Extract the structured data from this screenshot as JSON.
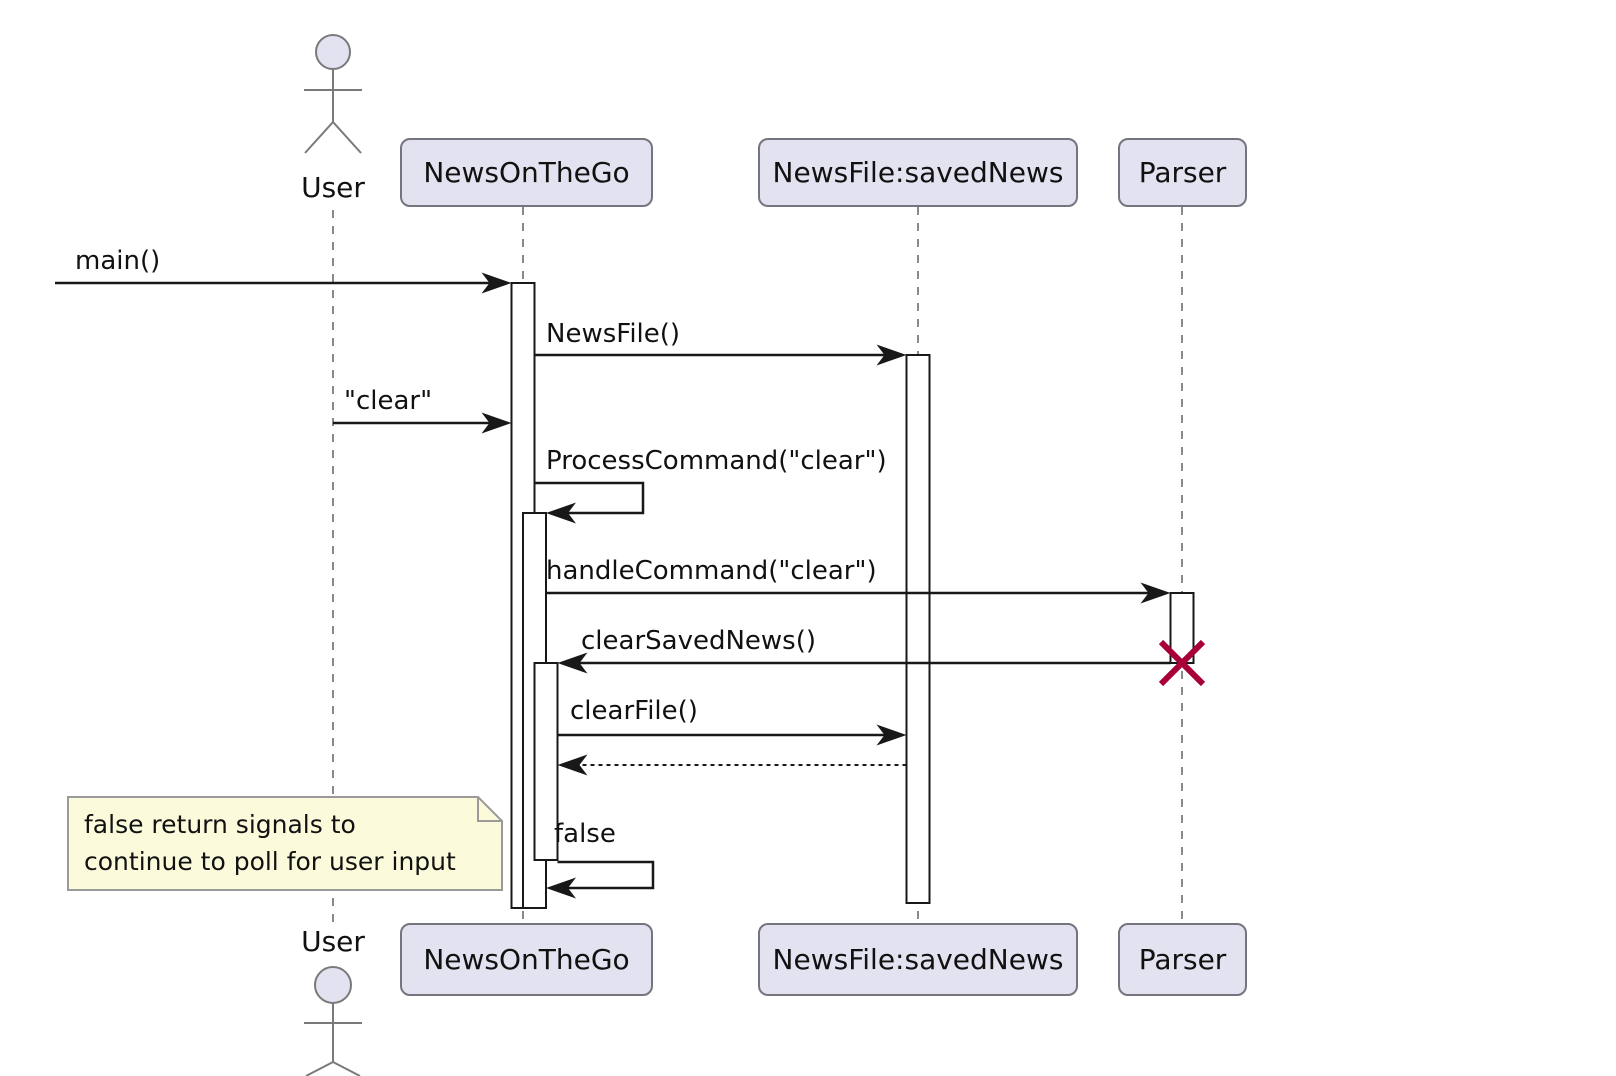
{
  "diagram_type": "uml-sequence-diagram",
  "participants": {
    "user": "User",
    "app": "NewsOnTheGo",
    "newsfile": "NewsFile:savedNews",
    "parser": "Parser"
  },
  "messages": {
    "main": "main()",
    "newsfile_ctor": "NewsFile()",
    "clear_input": "\"clear\"",
    "process_command": "ProcessCommand(\"clear\")",
    "handle_command": "handleCommand(\"clear\")",
    "clear_saved_news": "clearSavedNews()",
    "clear_file": "clearFile()",
    "false_return": "false"
  },
  "message_flow": [
    {
      "label": "main()",
      "from": "diagram-edge",
      "to": "NewsOnTheGo",
      "style": "solid"
    },
    {
      "label": "NewsFile()",
      "from": "NewsOnTheGo",
      "to": "NewsFile:savedNews",
      "style": "solid"
    },
    {
      "label": "\"clear\"",
      "from": "User",
      "to": "NewsOnTheGo",
      "style": "solid"
    },
    {
      "label": "ProcessCommand(\"clear\")",
      "from": "NewsOnTheGo",
      "to": "NewsOnTheGo",
      "style": "self-call"
    },
    {
      "label": "handleCommand(\"clear\")",
      "from": "NewsOnTheGo",
      "to": "Parser",
      "style": "solid"
    },
    {
      "label": "clearSavedNews()",
      "from": "Parser",
      "to": "NewsOnTheGo",
      "style": "solid",
      "destroys": "Parser"
    },
    {
      "label": "clearFile()",
      "from": "NewsOnTheGo",
      "to": "NewsFile:savedNews",
      "style": "solid"
    },
    {
      "label": "",
      "from": "NewsFile:savedNews",
      "to": "NewsOnTheGo",
      "style": "dashed-return"
    },
    {
      "label": "false",
      "from": "NewsOnTheGo",
      "to": "NewsOnTheGo",
      "style": "self-return"
    }
  ],
  "note": {
    "line1": "false return signals to",
    "line2": "continue to poll for user input"
  },
  "colors": {
    "participant_fill": "#E2E2F0",
    "participant_border": "#75757F",
    "lifeline": "#8A8A8A",
    "message": "#181818",
    "note_fill": "#FBFBDC",
    "note_border": "#9A9A9A",
    "destroy_x": "#A80036"
  }
}
